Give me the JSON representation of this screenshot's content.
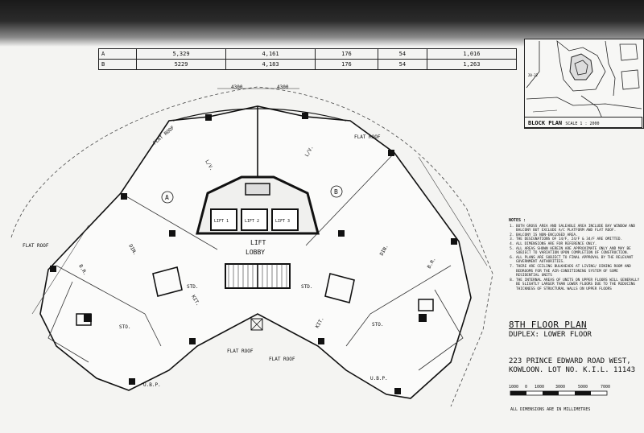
{
  "table": {
    "rows": [
      {
        "unit": "A",
        "c1": "5,329",
        "c2": "4,161",
        "c3": "176",
        "c4": "54",
        "c5": "1,016"
      },
      {
        "unit": "B",
        "c1": "5229",
        "c2": "4,183",
        "c3": "176",
        "c4": "54",
        "c5": "1,263"
      }
    ]
  },
  "block_plan": {
    "label": "BLOCK PLAN",
    "scale": "SCALE 1 : 2000"
  },
  "plan_labels": {
    "flat_roof": "FLAT ROOF",
    "liv": "L/V.",
    "din": "DIN.",
    "br": "B.R.",
    "std": "STD.",
    "kit": "KIT.",
    "sto": "STO.",
    "ubp": "U.B.P.",
    "lift1": "LIFT 1",
    "lift2": "LIFT 2",
    "lift3": "LIFT 3",
    "lift_lobby": "LIFT\nLOBBY",
    "lift": "LIFT",
    "lobby": "LOBBY",
    "unit_a": "A",
    "unit_b": "B",
    "dim_top_left": "4300",
    "dim_top_right": "4300"
  },
  "notes": {
    "title": "NOTES :",
    "items": [
      "BOTH GROSS AREA AND SALEABLE AREA INCLUDE BAY WINDOW AND BALCONY BUT EXCLUDE A/C PLATFORM AND FLAT ROOF.",
      "BALCONY IS NON-ENCLOSED AREA.",
      "THE DESIGNATIONS OF 14/F, 24/F & 34/F ARE OMITTED.",
      "ALL DIMENSIONS ARE FOR REFERENCE ONLY.",
      "ALL AREAS SHOWN HEREIN ARE APPROXIMATE ONLY AND MAY BE SUBJECT TO VARIATION UPON COMPLETION OF CONSTRUCTION.",
      "ALL PLANS ARE SUBJECT TO FINAL APPROVAL BY THE RELEVANT GOVERNMENT AUTHORITIES.",
      "THERE ARE CEILING BULKHEADS AT LIVING/ DINING ROOM AND BEDROOMS FOR THE AIR-CONDITIONING SYSTEM OF SOME RESIDENTIAL UNITS",
      "THE INTERNAL AREAS OF UNITS ON UPPER FLOORS WILL GENERALLY BE SLIGHTLY LARGER THAN LOWER FLOORS DUE TO THE REDUCING THICKNESS OF STRUCTURAL WALLS ON UPPER FLOORS"
    ]
  },
  "title": {
    "plan": "8TH FLOOR PLAN",
    "subtitle": "DUPLEX: LOWER FLOOR",
    "address1": "223 PRINCE EDWARD ROAD WEST,",
    "address2": "KOWLOON. LOT NO. K.I.L. 11143"
  },
  "scale_bar": {
    "ticks": [
      "1000",
      "0",
      "1000",
      "3000",
      "5000",
      "7000"
    ]
  },
  "dims_note": "ALL DIMENSIONS ARE IN MILLIMETRES"
}
